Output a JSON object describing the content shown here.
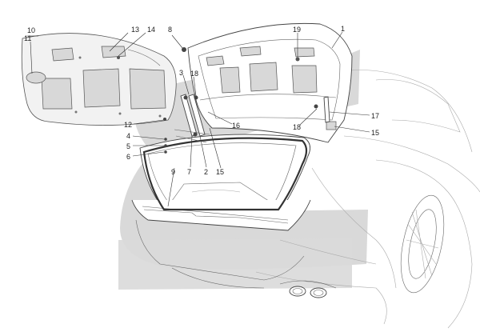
{
  "watermark": {
    "color": "#d9d9d9",
    "icon": "trident-logo-watermark"
  },
  "callouts": {
    "c1": "1",
    "c2": "2",
    "c3": "3",
    "c4": "4",
    "c5": "5",
    "c6": "6",
    "c7": "7",
    "c8": "8",
    "c9": "9",
    "c10": "10",
    "c11": "11",
    "c12": "12",
    "c13": "13",
    "c14": "14",
    "c15a": "15",
    "c15b": "15",
    "c16": "16",
    "c17": "17",
    "c18a": "18",
    "c18b": "18",
    "c19": "19"
  }
}
